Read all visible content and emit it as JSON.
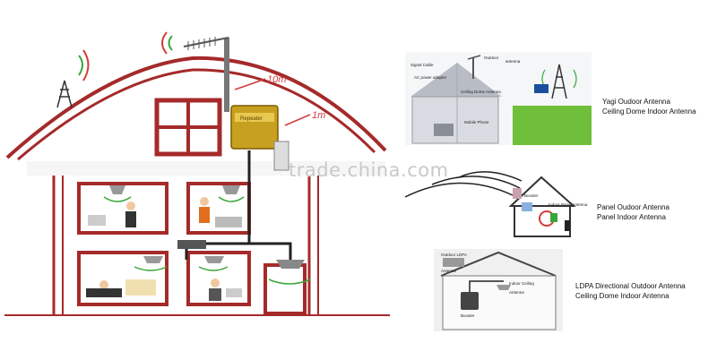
{
  "main_house": {
    "distance_roof": "10m",
    "distance_repeater": "1m",
    "repeater_label": "Repeater"
  },
  "watermark": "trade.china.com",
  "panel_yagi": {
    "labels": {
      "signal_cable": "Signal Cable",
      "outdoor": "Outdoor",
      "antenna": "antenna",
      "power_adapter": "AC power adapter",
      "ceiling_dome": "Ceiling Dome Antenna",
      "mobile_phone": "Mobile Phone"
    },
    "caption": [
      "Yagi Oudoor Antenna",
      "Ceiling Dome Indoor Antenna"
    ]
  },
  "panel_panel": {
    "labels": {
      "booster": "Booster",
      "indoor_panel": "Indoor Panel Antenna"
    },
    "caption": [
      "Panel Oudoor Antenna",
      "Panel Indoor Antenna"
    ]
  },
  "panel_ldpa": {
    "labels": {
      "outdoor_ldpa": "Outdoor LDPA",
      "antenna": "Antenna",
      "indoor_ceiling": "Indoor Ceiling",
      "antenna2": "Antenna",
      "booster": "Booster"
    },
    "caption": [
      "LDPA Directional Outdoor Antenna",
      "Ceiling Dome Indoor Antenna"
    ]
  },
  "colors": {
    "wall": "#a52a2a",
    "cable": "#222222",
    "repeater": "#c8a020",
    "signal_green": "#3aa63a",
    "signal_red": "#d33c3c"
  }
}
